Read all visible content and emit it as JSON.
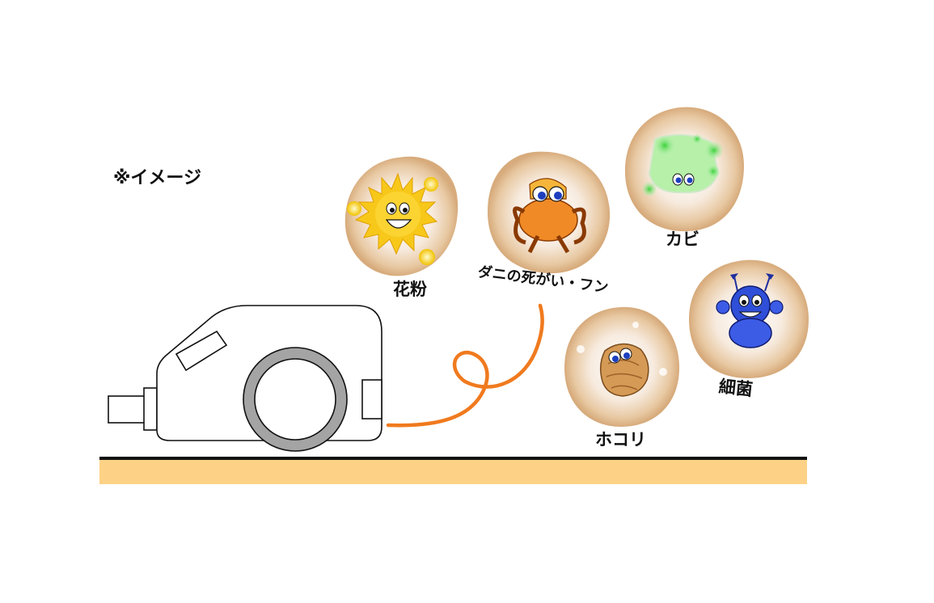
{
  "note": "※イメージ",
  "particles": {
    "pollen": "花粉",
    "mite": "ダニの死がい・フン",
    "mold": "カビ",
    "bacteria": "細菌",
    "dust": "ホコリ"
  },
  "colors": {
    "floor": "#fdd287",
    "floor_line": "#111111",
    "cord": "#f07a1e",
    "halo": "#e7c39a",
    "wheel": "#a0a0a0",
    "pollen": "#f5c518",
    "mite": "#f08a26",
    "mold": "#8fe37f",
    "bacteria": "#2f4fd8",
    "dust": "#d59a55"
  }
}
